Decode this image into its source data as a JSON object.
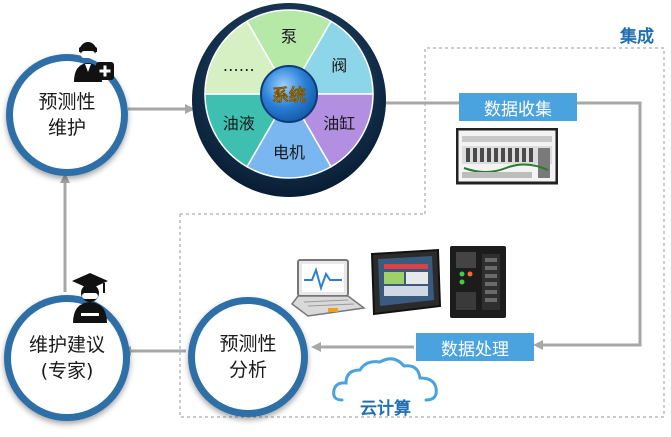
{
  "nodes": {
    "predictive_maintenance": "预测性\n维护",
    "maintenance_advice_line1": "维护建议",
    "maintenance_advice_line2": "(专家)",
    "predictive_analysis": "预测性\n分析"
  },
  "wheel": {
    "center": "系统",
    "segments": [
      "泵",
      "阀",
      "油缸",
      "电机",
      "油液",
      "……"
    ],
    "colors": [
      "#b6e8a8",
      "#8dd6ea",
      "#b28fe0",
      "#7ab6ef",
      "#3fbfb0",
      "#d6f0c4"
    ]
  },
  "labels": {
    "integration": "集成",
    "data_collection": "数据收集",
    "data_processing": "数据处理",
    "cloud_computing": "云计算"
  },
  "colors": {
    "ring": "#2e6fa8",
    "label_bg": "#4aa3de",
    "arrow": "#a7a7a7",
    "dashed": "#9a9a9a",
    "accent_text": "#1f6fb2"
  }
}
